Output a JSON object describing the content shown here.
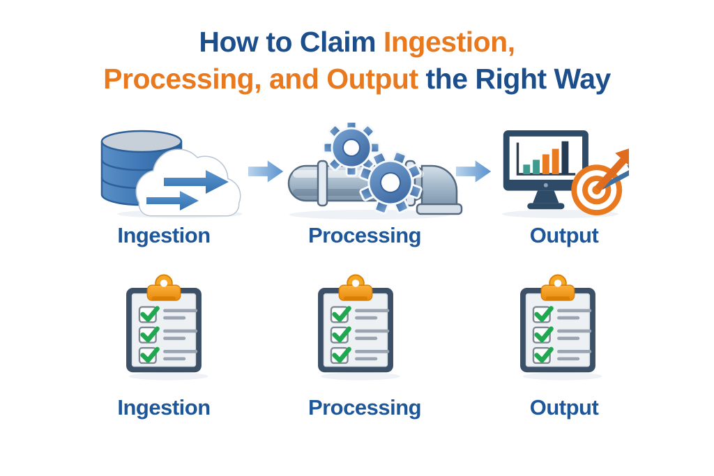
{
  "title": {
    "part1": "How to Claim",
    "part2": "Ingestion,",
    "part3": "Processing, and Output",
    "part4": "the Right Way"
  },
  "stages": [
    {
      "label": "Ingestion",
      "icon": "database-cloud-transfer-icon"
    },
    {
      "label": "Processing",
      "icon": "pipeline-gears-icon"
    },
    {
      "label": "Output",
      "icon": "monitor-chart-target-icon"
    }
  ],
  "flow_arrows": [
    {
      "icon": "arrow-right-icon"
    },
    {
      "icon": "arrow-right-icon"
    }
  ],
  "checklists": [
    {
      "label": "Ingestion",
      "icon": "clipboard-checklist-icon",
      "checked_items": 3
    },
    {
      "label": "Processing",
      "icon": "clipboard-checklist-icon",
      "checked_items": 3
    },
    {
      "label": "Output",
      "icon": "clipboard-checklist-icon",
      "checked_items": 3
    }
  ],
  "colors": {
    "title_blue": "#1d4e8c",
    "accent_orange": "#e8791f",
    "label_blue": "#1e5799",
    "icon_blue": "#4585c4",
    "pipe_steel": "#a8bccd",
    "monitor_navy": "#2d4a66",
    "bar_teal": "#3e9c8f",
    "bar_orange": "#e87a22",
    "check_green": "#1fa84f",
    "clip_orange": "#f5a623",
    "board_navy": "#3c5168"
  }
}
